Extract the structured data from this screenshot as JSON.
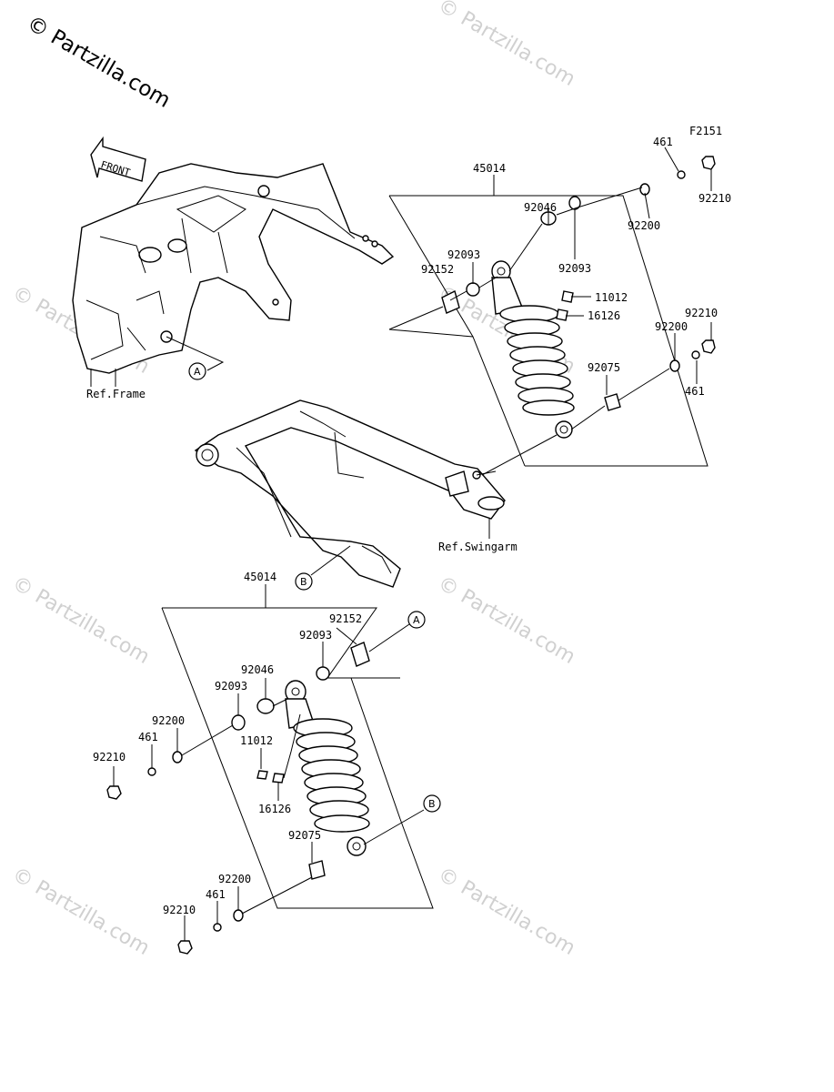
{
  "watermark": {
    "main": "© Partzilla.com",
    "repeat": "© Partzilla.com"
  },
  "figure_code": "F2151",
  "front_label": "FRONT",
  "reference_labels": {
    "frame": "Ref.Frame",
    "swingarm": "Ref.Swingarm"
  },
  "callouts": {
    "a": "A",
    "b": "B"
  },
  "upper_assembly": {
    "assy": "45014",
    "parts": [
      "461",
      "92210",
      "92200",
      "92046",
      "92093",
      "92093",
      "92152",
      "11012",
      "16126",
      "92210",
      "92200",
      "461",
      "92075"
    ]
  },
  "lower_assembly": {
    "assy": "45014",
    "parts": [
      "92152",
      "92093",
      "92046",
      "92093",
      "92200",
      "461",
      "92210",
      "11012",
      "16126",
      "92075",
      "92200",
      "461",
      "92210"
    ]
  }
}
